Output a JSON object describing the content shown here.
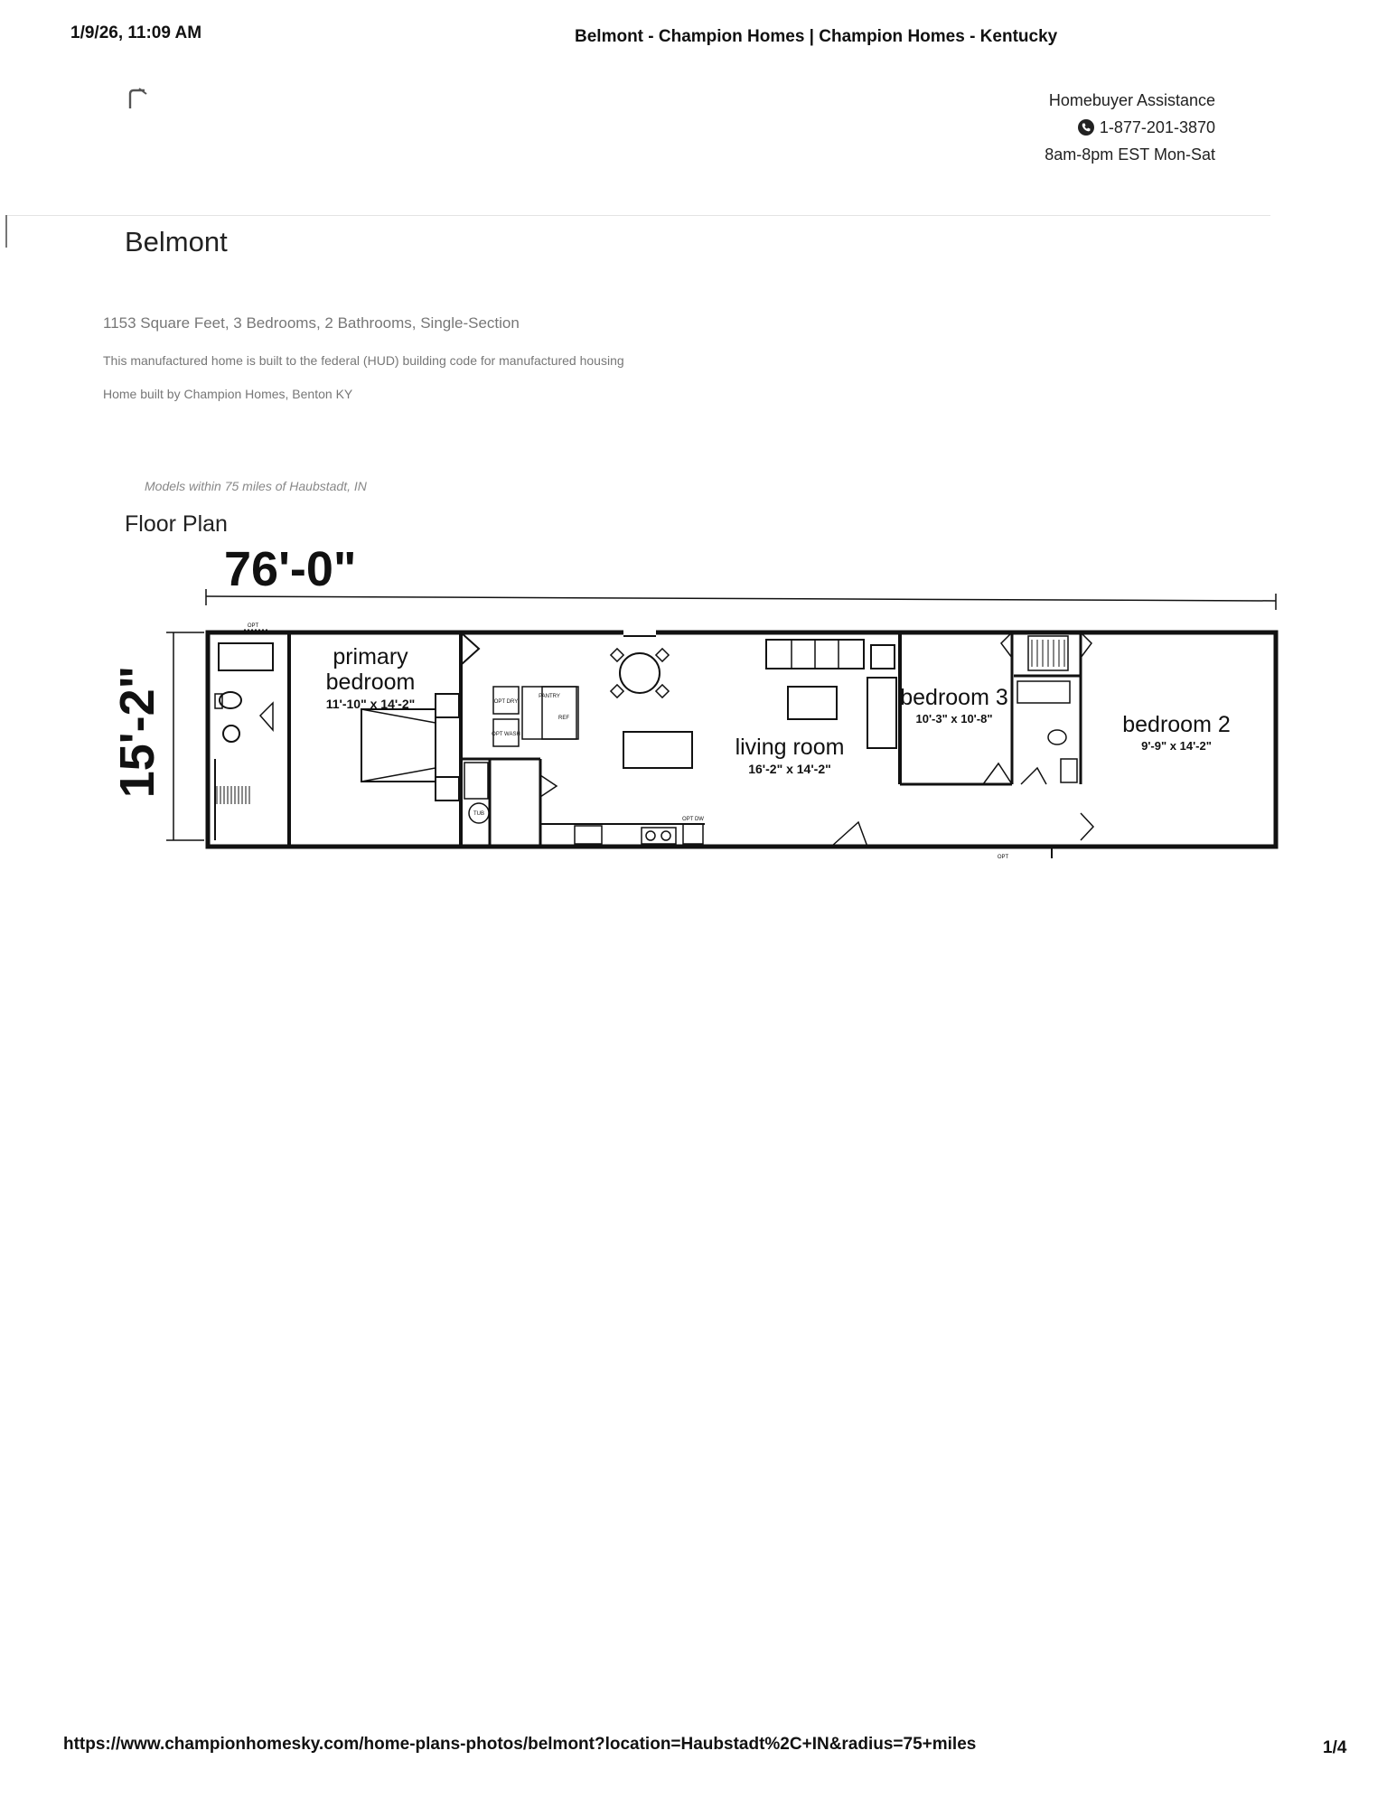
{
  "print_header": {
    "date": "1/9/26, 11:09 AM",
    "title": "Belmont - Champion Homes | Champion Homes - Kentucky"
  },
  "assistance": {
    "label": "Homebuyer Assistance",
    "phone": "1-877-201-3870",
    "hours": "8am-8pm EST Mon-Sat"
  },
  "model": {
    "name": "Belmont",
    "specs": "1153 Square Feet, 3 Bedrooms, 2 Bathrooms, Single-Section",
    "hud_note": "This manufactured home is built to the federal (HUD) building code for manufactured housing",
    "builder": "Home built by Champion Homes, Benton KY",
    "models_within": "Models within 75 miles of Haubstadt, IN"
  },
  "floor_plan": {
    "heading": "Floor Plan",
    "length": "76'-0\"",
    "width": "15'-2\"",
    "rooms": {
      "primary_line1": "primary",
      "primary_line2": "bedroom",
      "primary_dim": "11'-10\" x 14'-2\"",
      "living_name": "living room",
      "living_dim": "16'-2\" x 14'-2\"",
      "bed3_name": "bedroom 3",
      "bed3_dim": "10'-3\" x 10'-8\"",
      "bed2_name": "bedroom 2",
      "bed2_dim": "9'-9\" x 14'-2\""
    },
    "small_labels": {
      "opt": "OPT",
      "opt_dry": "OPT DRY",
      "pantry": "PANTRY",
      "opt_wash": "OPT WASH",
      "ref": "REF",
      "tub": "TUB",
      "opt_dw": "OPT DW"
    }
  },
  "footer": {
    "url": "https://www.championhomesky.com/home-plans-photos/belmont?location=Haubstadt%2C+IN&radius=75+miles",
    "page": "1/4"
  }
}
